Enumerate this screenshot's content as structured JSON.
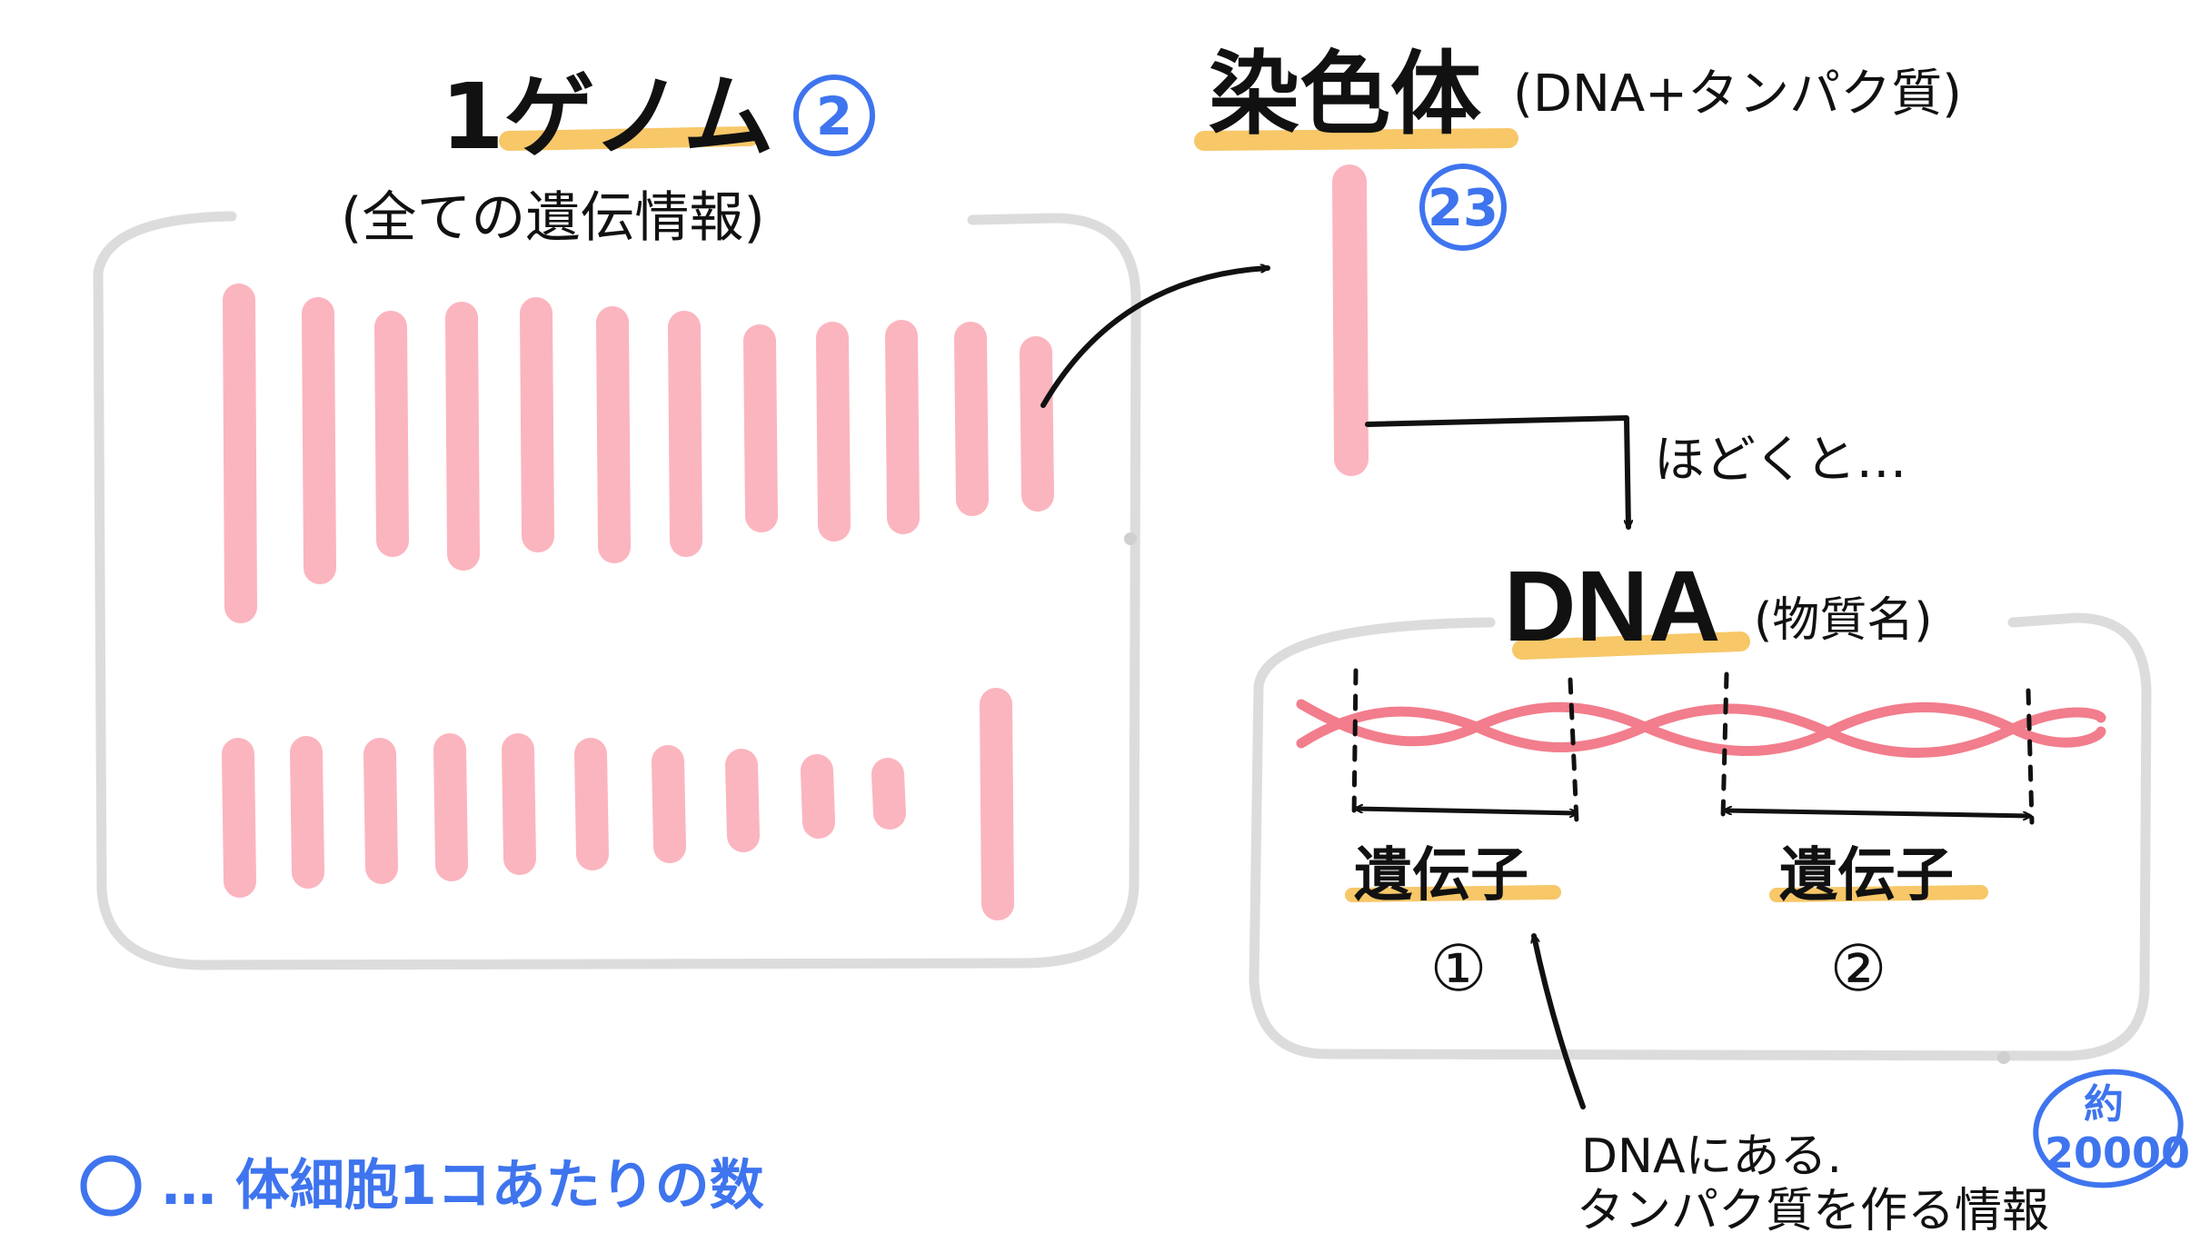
{
  "genome": {
    "title": "1ゲノム",
    "subtitle": "(全ての遺伝情報)",
    "count": "2"
  },
  "chromosome": {
    "title": "染色体",
    "subtitle": "(DNA+タンパク質)",
    "count": "23"
  },
  "unwind_label": "ほどくと…",
  "dna": {
    "title": "DNA",
    "subtitle": "(物質名)"
  },
  "genes": [
    {
      "label": "遺伝子",
      "number": "①"
    },
    {
      "label": "遺伝子",
      "number": "②"
    }
  ],
  "gene_count": {
    "prefix": "約",
    "value": "20000"
  },
  "gene_note": {
    "line1": "DNAにある.",
    "line2": "タンパク質を作る情報"
  },
  "legend": {
    "text": "… 体細胞1コあたりの数"
  },
  "colors": {
    "highlighter": "#f7c768",
    "chromosome_pink": "#fbb5bf",
    "dna_strand": "#f27d8c",
    "box_gray": "#dcdcdc",
    "annotation_blue": "#3e74ee",
    "ink": "#111111"
  }
}
